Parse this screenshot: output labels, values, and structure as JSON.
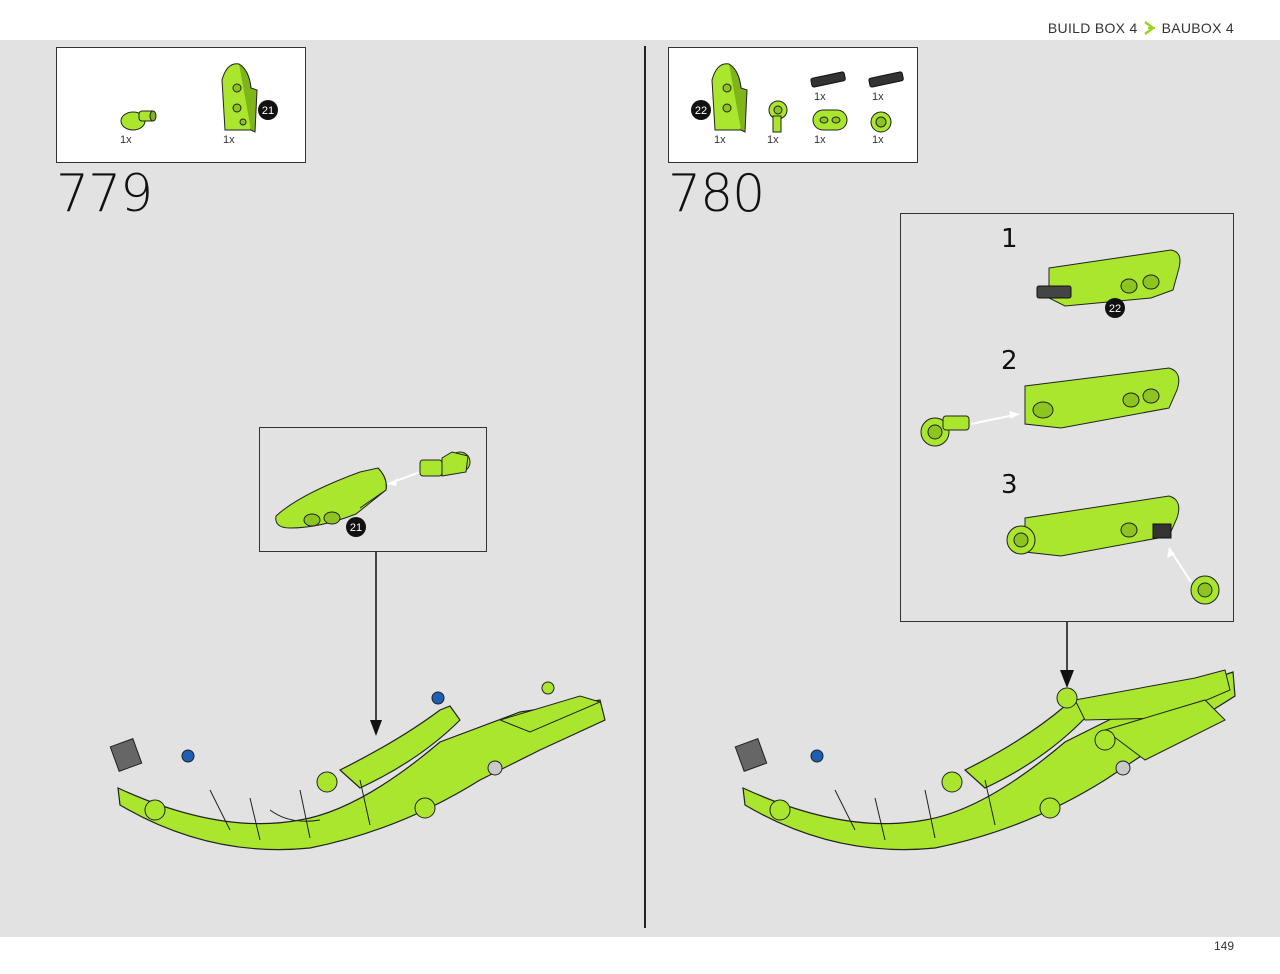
{
  "header": {
    "build_box": "BUILD BOX 4",
    "baubox": "BAUBOX 4",
    "accent": "#a6e22e"
  },
  "page_number": "149",
  "colors": {
    "lime": "#a9e62d",
    "lime_dark": "#7fb51b",
    "blue": "#1e5fb5",
    "gray_pin": "#555555",
    "background": "#e2e2e2"
  },
  "steps": [
    {
      "number": "779",
      "parts": [
        {
          "icon": "lime-pin-connector-icon",
          "qty": "1x"
        },
        {
          "icon": "lime-panel-element-icon",
          "qty": "1x",
          "callout_ref": "21"
        }
      ],
      "callout_ref": "21"
    },
    {
      "number": "780",
      "parts": [
        {
          "icon": "lime-panel-element-icon",
          "qty": "1x",
          "callout_ref": "22"
        },
        {
          "icon": "lime-angle-connector-icon",
          "qty": "1x"
        },
        {
          "icon": "black-axle-pin-icon",
          "qty": "1x"
        },
        {
          "icon": "black-axle-pin-icon",
          "qty": "1x"
        },
        {
          "icon": "lime-beam-icon",
          "qty": "1x"
        },
        {
          "icon": "lime-bush-icon",
          "qty": "1x"
        }
      ],
      "substeps": [
        {
          "label": "1",
          "ref": "22"
        },
        {
          "label": "2"
        },
        {
          "label": "3"
        }
      ]
    }
  ]
}
